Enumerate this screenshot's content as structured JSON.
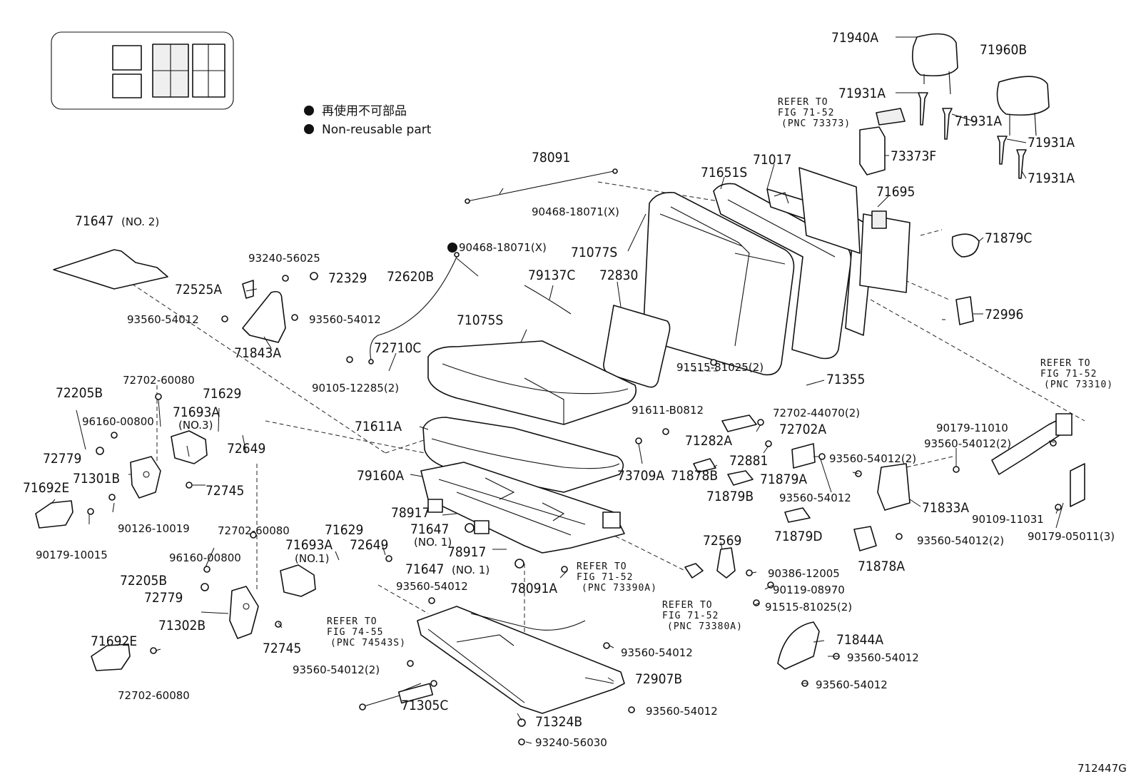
{
  "legend": {
    "jp": "再使用不可部品",
    "en": "Non-reusable part"
  },
  "footer": {
    "code": "712447G"
  },
  "refs": {
    "r1": {
      "l1": "REFER TO",
      "l2": "FIG 71-52",
      "l3": "(PNC 73373)"
    },
    "r2": {
      "l1": "REFER TO",
      "l2": "FIG 71-52",
      "l3": "(PNC 73310)"
    },
    "r3": {
      "l1": "REFER TO",
      "l2": "FIG 71-52",
      "l3": "(PNC 73390A)"
    },
    "r4": {
      "l1": "REFER TO",
      "l2": "FIG 71-52",
      "l3": "(PNC 73380A)"
    },
    "r5": {
      "l1": "REFER TO",
      "l2": "FIG 74-55",
      "l3": "(PNC 74543S)"
    }
  },
  "labels": {
    "p71940A": "71940A",
    "p71960B": "71960B",
    "p71931A_1": "71931A",
    "p71931A_2": "71931A",
    "p71931A_3": "71931A",
    "p71931A_4": "71931A",
    "p73373F": "73373F",
    "p71017": "71017",
    "p71651S": "71651S",
    "p71695": "71695",
    "p78091": "78091",
    "p90468x_1": "90468-18071(X)",
    "p90468x_2": "90468-18071(X)",
    "p71879C": "71879C",
    "p71077S": "71077S",
    "p72620B": "72620B",
    "p79137C": "79137C",
    "p72830": "72830",
    "p72996": "72996",
    "p71647_2": "71647",
    "p71647_2_sub": "(NO. 2)",
    "p93240_56025": "93240-56025",
    "p72329": "72329",
    "p72525A": "72525A",
    "p93560_a": "93560-54012",
    "p93560_b": "93560-54012",
    "p71843A": "71843A",
    "p71075S": "71075S",
    "p72710C": "72710C",
    "p91515_a": "91515-81025(2)",
    "p71355": "71355",
    "p90105": "90105-12285(2)",
    "p72702_60080_a": "72702-60080",
    "p72205B_a": "72205B",
    "p71629_a": "71629",
    "p71693A_a": "71693A",
    "p71693A_a_sub": "(NO.3)",
    "p96160_a": "96160-00800",
    "p71611A": "71611A",
    "p91611": "91611-B0812",
    "p72702_44070": "72702-44070(2)",
    "p72702A": "72702A",
    "p72649_a": "72649",
    "p72779_a": "72779",
    "p71301B": "71301B",
    "p71692E_a": "71692E",
    "p72745_a": "72745",
    "p71282A": "71282A",
    "p72881": "72881",
    "p71878B": "71878B",
    "p73709A": "73709A",
    "p71879A": "71879A",
    "p93560_c": "93560-54012(2)",
    "p90179_11010": "90179-11010",
    "p93560_d": "93560-54012(2)",
    "p79160A": "79160A",
    "p71879B": "71879B",
    "p93560_e": "93560-54012",
    "p71833A": "71833A",
    "p90109": "90109-11031",
    "p90126": "90126-10019",
    "p78917_a": "78917",
    "p71647_1a": "71647",
    "p71647_1a_sub": "(NO. 1)",
    "p71879D": "71879D",
    "p90179_10015": "90179-10015",
    "p72702_60080_b": "72702-60080",
    "p71629_b": "71629",
    "p71693A_b": "71693A",
    "p71693A_b_sub": "(NO.1)",
    "p72649_b": "72649",
    "p78917_b": "78917",
    "p71647_1b": "71647",
    "p71647_1b_sub": "(NO. 1)",
    "p72569": "72569",
    "p93560_f": "93560-54012(2)",
    "p90179_05011": "90179-05011(3)",
    "p71878A": "71878A",
    "p96160_b": "96160-00800",
    "p72205B_b": "72205B",
    "p72779_b": "72779",
    "p93560_g": "93560-54012",
    "p78091A": "78091A",
    "p90386": "90386-12005",
    "p90119": "90119-08970",
    "p91515_b": "91515-81025(2)",
    "p71302B": "71302B",
    "p72745_b": "72745",
    "p71692E_b": "71692E",
    "p71844A": "71844A",
    "p93560_h": "93560-54012",
    "p93560_i": "93560-54012",
    "p93560_j": "93560-54012",
    "p93560_k": "93560-54012(2)",
    "p72907B": "72907B",
    "p71305C": "71305C",
    "p93560_l": "93560-54012",
    "p72702_60080_c": "72702-60080",
    "p71324B": "71324B",
    "p93240_56030": "93240-56030"
  }
}
